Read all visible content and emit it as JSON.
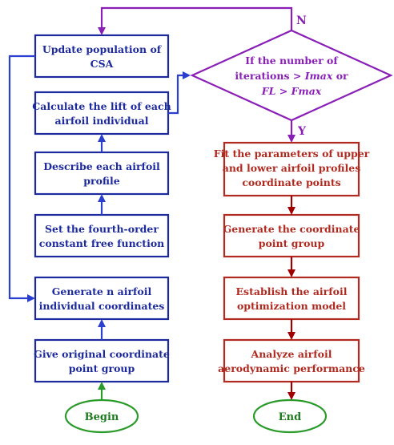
{
  "left_column": [
    {
      "id": "update",
      "lines": [
        "Update population of",
        "CSA"
      ]
    },
    {
      "id": "calc",
      "lines": [
        "Calculate the lift of each",
        "airfoil individual"
      ]
    },
    {
      "id": "describe",
      "lines": [
        "Describe each  airfoil",
        "profile"
      ]
    },
    {
      "id": "fourth",
      "lines": [
        "Set the fourth-order",
        "constant free function"
      ]
    },
    {
      "id": "generate",
      "lines": [
        "Generate n airfoil",
        "individual coordinates"
      ]
    },
    {
      "id": "give",
      "lines": [
        "Give original coordinate",
        "point group"
      ]
    }
  ],
  "begin": "Begin",
  "end": "End",
  "decision": {
    "line1": "If the number of",
    "line2": "iterations > ",
    "line2_var": "Imax",
    "line2_tail": " or",
    "line3_var1": "FL",
    "line3_mid": " > ",
    "line3_var2": "Fmax"
  },
  "n_label": "N",
  "y_label": "Y",
  "right_column": [
    {
      "id": "fit",
      "lines": [
        "Fit the parameters of upper",
        "and lower airfoil profiles",
        "coordinate points"
      ]
    },
    {
      "id": "gen-coord",
      "lines": [
        "Generate the coordinate",
        "point group"
      ]
    },
    {
      "id": "establish",
      "lines": [
        "Establish the airfoil",
        "optimization model"
      ]
    },
    {
      "id": "analyze",
      "lines": [
        "Analyze airfoil",
        "aerodynamic performance"
      ]
    }
  ],
  "colors": {
    "blue": "#1d2a9e",
    "arrow_blue": "#2a3fd0",
    "red": "#b02a20",
    "arrow_red": "#a00000",
    "purple": "#8a1fb8",
    "green": "#2a9a2a"
  }
}
